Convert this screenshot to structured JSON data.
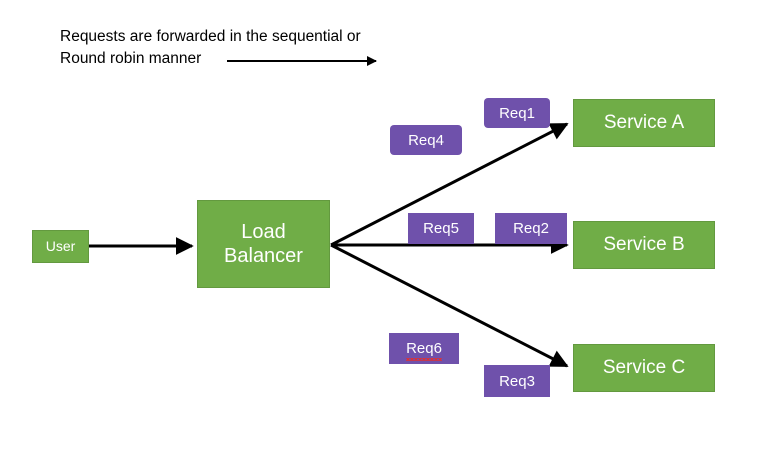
{
  "diagram": {
    "title_note_line1": "Requests are forwarded in the sequential or",
    "title_note_line2": "Round robin manner",
    "colors": {
      "node_green": "#70AD47",
      "request_purple": "#6F51AB",
      "arrow_black": "#000000",
      "text_white": "#FFFFFF",
      "caption_black": "#000000",
      "background": "#FFFFFF",
      "spellcheck_red": "#E03030"
    },
    "nodes": [
      {
        "id": "user",
        "label": "User"
      },
      {
        "id": "load-balancer",
        "label_line1": "Load",
        "label_line2": "Balancer"
      },
      {
        "id": "service-a",
        "label": "Service A"
      },
      {
        "id": "service-b",
        "label": "Service B"
      },
      {
        "id": "service-c",
        "label": "Service C"
      }
    ],
    "requests": [
      {
        "id": "req1",
        "label": "Req1",
        "target": "service-a",
        "misspelled": false
      },
      {
        "id": "req4",
        "label": "Req4",
        "target": "service-a",
        "misspelled": false
      },
      {
        "id": "req5",
        "label": "Req5",
        "target": "service-b",
        "misspelled": false
      },
      {
        "id": "req2",
        "label": "Req2",
        "target": "service-b",
        "misspelled": false
      },
      {
        "id": "req6",
        "label": "Req6",
        "target": "service-c",
        "misspelled": true
      },
      {
        "id": "req3",
        "label": "Req3",
        "target": "service-c",
        "misspelled": false
      }
    ],
    "connections": [
      {
        "id": "user-to-lb",
        "from": "user",
        "to": "load-balancer"
      },
      {
        "id": "lb-to-service-a",
        "from": "load-balancer",
        "to": "service-a"
      },
      {
        "id": "lb-to-service-b",
        "from": "load-balancer",
        "to": "service-b"
      },
      {
        "id": "lb-to-service-c",
        "from": "load-balancer",
        "to": "service-c"
      },
      {
        "id": "caption-arrow",
        "from": "caption",
        "to": "flow-direction"
      }
    ]
  }
}
